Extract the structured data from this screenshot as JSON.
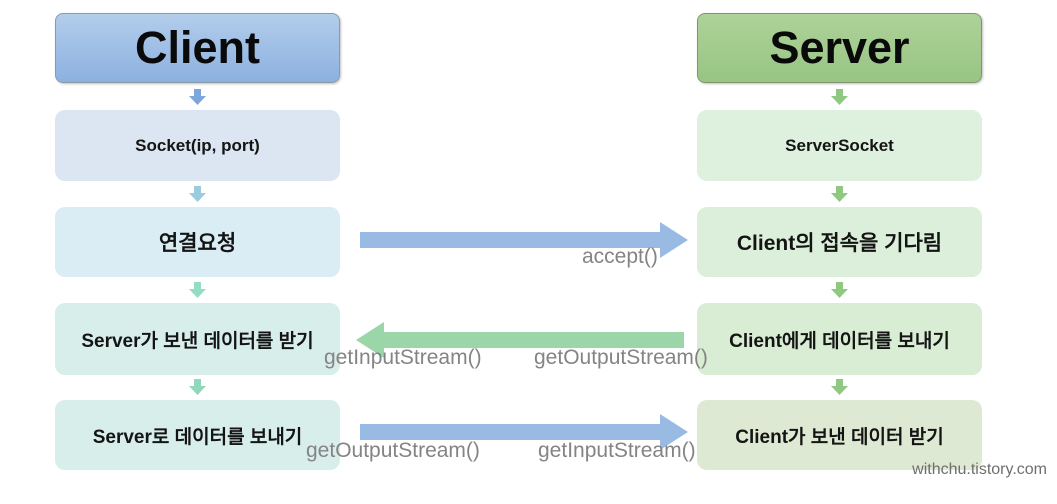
{
  "diagram": {
    "client": {
      "title": "Client",
      "steps": [
        "Socket(ip, port)",
        "연결요청",
        "Server가 보낸 데이터를 받기",
        "Server로 데이터를 보내기"
      ]
    },
    "server": {
      "title": "Server",
      "steps": [
        "ServerSocket",
        "Client의 접속을 기다림",
        "Client에게 데이터를 보내기",
        "Client가 보낸 데이터 받기"
      ]
    },
    "messages": {
      "accept_label": "accept()",
      "receive_row_client_label": "getInputStream()",
      "receive_row_server_label": "getOutputStream()",
      "send_row_client_label": "getOutputStream()",
      "send_row_server_label": "getInputStream()"
    },
    "watermark": "withchu.tistory.com"
  },
  "colors": {
    "client_header": "#8cb1e0",
    "server_header": "#98c582",
    "client_step_socket_bg": "#dce6f2",
    "client_step_connect_bg": "#daedf4",
    "client_step_receive_bg": "#d8eeea",
    "client_step_send_bg": "#d8eeea",
    "server_step_socket_bg": "#def0de",
    "server_step_wait_bg": "#dcefdb",
    "server_step_send_bg": "#d9ecd4",
    "server_step_receive_bg": "#dee9d3",
    "horizontal_arrow_blue": "#99bbe3",
    "horizontal_arrow_green": "#9bd6a9",
    "flow_label_gray": "#848484"
  }
}
